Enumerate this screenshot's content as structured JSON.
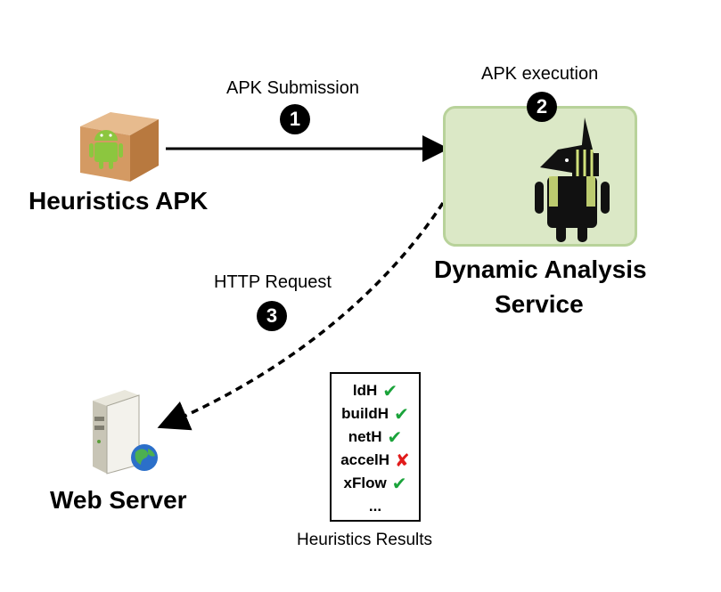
{
  "labels": {
    "apk_submission": "APK Submission",
    "apk_execution": "APK execution",
    "http_request": "HTTP Request",
    "heuristics_apk": "Heuristics APK",
    "service_line1": "Dynamic Analysis",
    "service_line2": "Service",
    "web_server": "Web Server",
    "results_caption": "Heuristics Results"
  },
  "steps": [
    "1",
    "2",
    "3"
  ],
  "results": [
    {
      "name": "ldH",
      "mark": "✔",
      "status": "ok"
    },
    {
      "name": "buildH",
      "mark": "✔",
      "status": "ok"
    },
    {
      "name": "netH",
      "mark": "✔",
      "status": "ok"
    },
    {
      "name": "accelH",
      "mark": "✘",
      "status": "fail"
    },
    {
      "name": "xFlow",
      "mark": "✔",
      "status": "ok"
    }
  ],
  "results_more": "...",
  "icons": {
    "apk": "android-package-icon",
    "service": "anubis-android-icon",
    "server": "web-server-icon"
  },
  "colors": {
    "service_fill": "#dbe8c6",
    "service_border": "#b8d29a",
    "ok": "#1aa33a",
    "fail": "#e11b1b"
  }
}
